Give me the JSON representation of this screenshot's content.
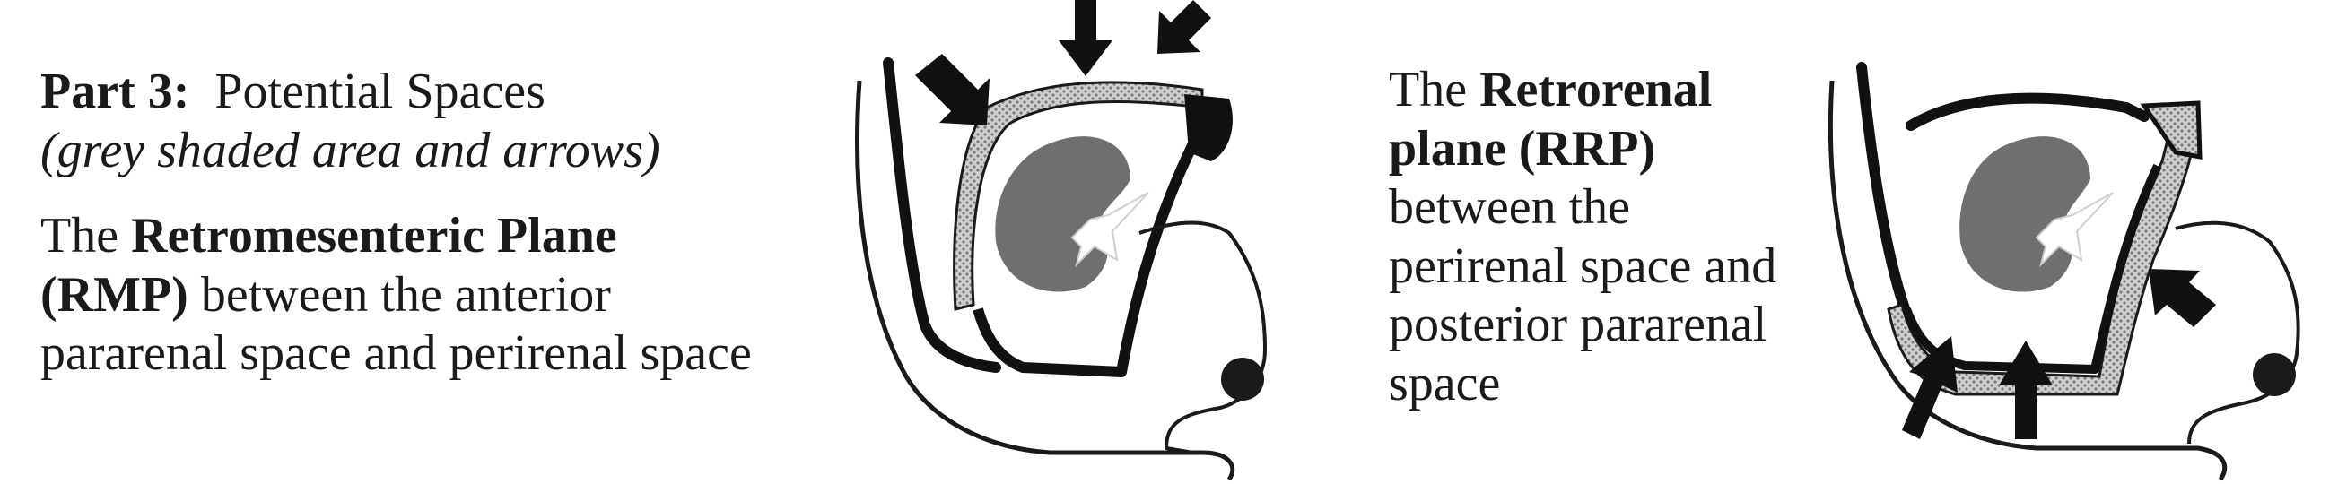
{
  "part": {
    "label": "Part 3:",
    "title": "Potential Spaces",
    "subtitle": "(grey shaded area and arrows)"
  },
  "rmp": {
    "pre": "The ",
    "term": "Retromesenteric Plane",
    "abbr": "(RMP)",
    "desc_line1_rest": " between the anterior",
    "desc_line2": "pararenal space and perirenal space"
  },
  "rrp": {
    "pre": "The ",
    "term_line1": "Retrorenal",
    "term_line2": "plane (RRP)",
    "line3": "between the",
    "line4": "perirenal space and",
    "line5": "posterior pararenal",
    "line6": "space"
  },
  "colors": {
    "ink": "#1a1a1a",
    "kidney": "#6f6f6f",
    "shade": "#c8c8c8",
    "stipple": "#8a8a8a"
  }
}
